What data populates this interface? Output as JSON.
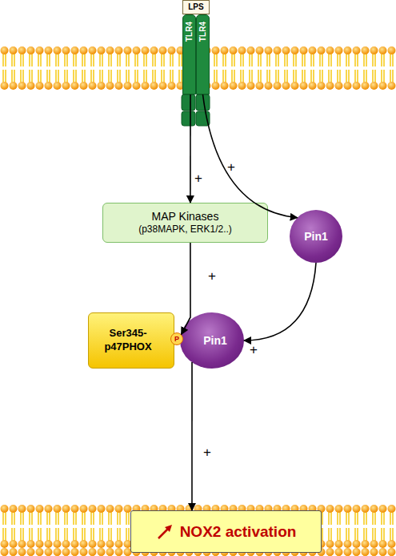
{
  "diagram": {
    "nodes": [
      {
        "text": [
          "LPS"
        ]
      },
      {
        "text": [
          "TLR4"
        ]
      },
      {
        "text": [
          "TLR4"
        ]
      },
      {
        "text": [
          "MAP Kinases",
          "(p38MAPK, ERK1/2..)"
        ]
      },
      {
        "text": [
          "Pin1"
        ]
      },
      {
        "text": [
          "Ser345- p47PHOX"
        ]
      },
      {
        "text": [
          "P"
        ]
      },
      {
        "text": [
          "Pin1"
        ]
      },
      {
        "text": [
          "NOX2 activation"
        ]
      }
    ],
    "edges": [
      {
        "from": 1,
        "to": 3,
        "arrow": "to",
        "label": "+"
      },
      {
        "from": 2,
        "to": 4,
        "arrow": "to",
        "label": "+"
      },
      {
        "from": 3,
        "to": 6,
        "arrow": "to",
        "label": "+"
      },
      {
        "from": 4,
        "to": 7,
        "arrow": "to",
        "label": "+"
      },
      {
        "from": 7,
        "to": 8,
        "arrow": "to",
        "label": "+"
      }
    ]
  }
}
